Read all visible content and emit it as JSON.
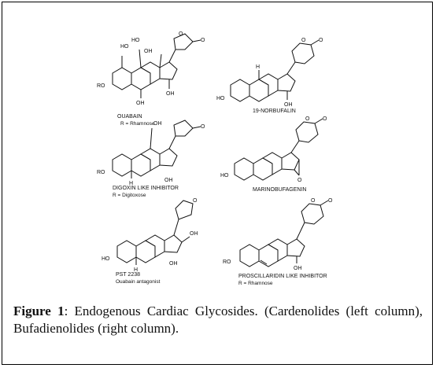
{
  "figure": {
    "label": "Figure",
    "number": "1",
    "caption": ": Endogenous Cardiac Glycosides. (Cardenolides (left column), Bufadienolides (right column)."
  },
  "compounds": [
    {
      "id": "ouabain",
      "name": "OUABAIN",
      "r": "R = Rhamnose"
    },
    {
      "id": "norbufalin",
      "name": "19-NORBUFALIN",
      "r": ""
    },
    {
      "id": "digoxin",
      "name": "DIGOXIN LIKE INHIBITOR",
      "r": "R = Digitoxose"
    },
    {
      "id": "marinobufagenin",
      "name": "MARINOBUFAGENIN",
      "r": ""
    },
    {
      "id": "pst",
      "name": "PST 2238",
      "r": "Ouabain antagonist"
    },
    {
      "id": "proscillaridin",
      "name": "PROSCILLARIDIN LIKE INHIBITOR",
      "r": "R = Rhamnose"
    }
  ],
  "atoms": {
    "ho": "HO",
    "ro": "RO",
    "oh": "OH",
    "o": "O",
    "h": "H"
  }
}
